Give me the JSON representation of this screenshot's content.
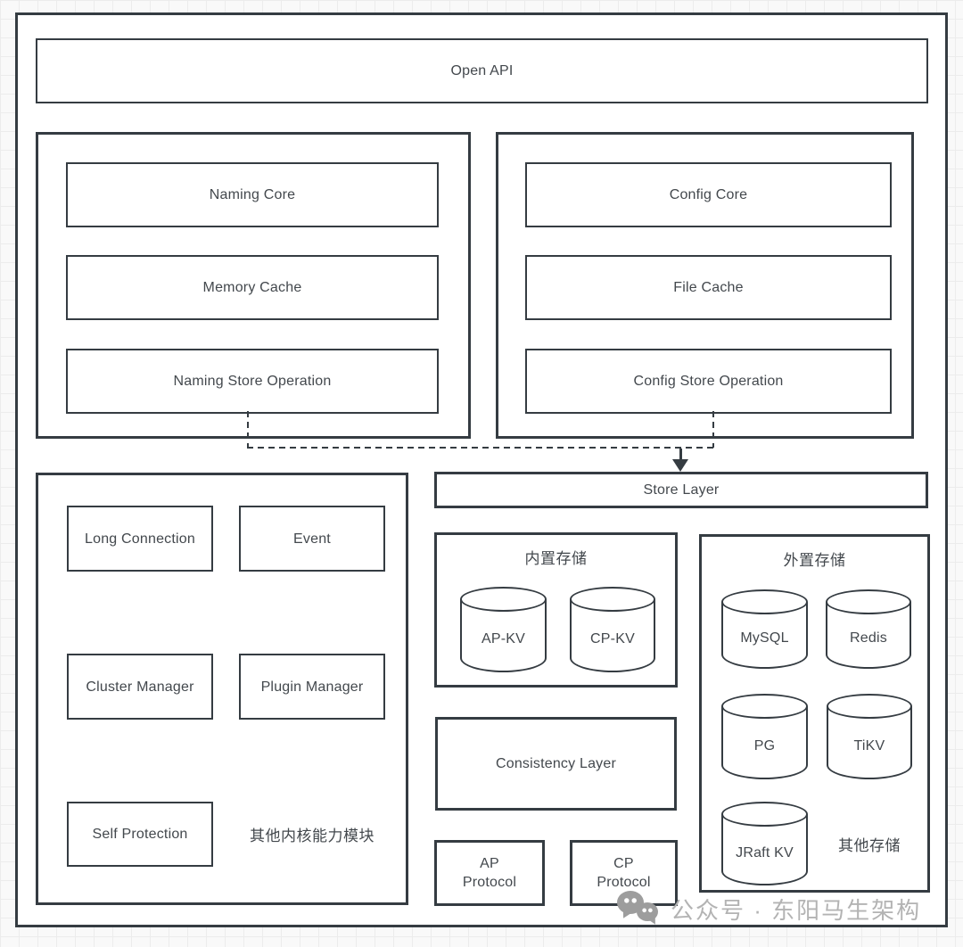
{
  "colors": {
    "border_ink": "#353c42",
    "text_ink": "#43484d",
    "grid_line": "#ececec",
    "canvas_bg": "#f9f9f9",
    "panel_bg": "#ffffff",
    "watermark_gray": "#b3b3b3",
    "icon_gray": "#9d9d9d"
  },
  "diagram": {
    "open_api": {
      "label": "Open API"
    },
    "naming_module": {
      "boxes": [
        "Naming Core",
        "Memory Cache",
        "Naming Store Operation"
      ]
    },
    "config_module": {
      "boxes": [
        "Config Core",
        "File Cache",
        "Config Store Operation"
      ]
    },
    "store_layer": {
      "label": "Store Layer"
    },
    "kernel_module": {
      "boxes": [
        "Long Connection",
        "Event",
        "Cluster Manager",
        "Plugin Manager",
        "Self Protection"
      ],
      "note": "其他内核能力模块"
    },
    "builtin_storage": {
      "title": "内置存储",
      "cylinders": [
        "AP-KV",
        "CP-KV"
      ]
    },
    "consistency_layer": {
      "label": "Consistency Layer"
    },
    "ap_protocol": {
      "lines": [
        "AP",
        "Protocol"
      ]
    },
    "cp_protocol": {
      "lines": [
        "CP",
        "Protocol"
      ]
    },
    "external_storage": {
      "title": "外置存储",
      "cylinders": [
        "MySQL",
        "Redis",
        "PG",
        "TiKV",
        "JRaft KV"
      ],
      "note": "其他存储"
    },
    "watermark": {
      "icon": "wechat-icon",
      "text": "公众号 · 东阳马生架构"
    }
  }
}
